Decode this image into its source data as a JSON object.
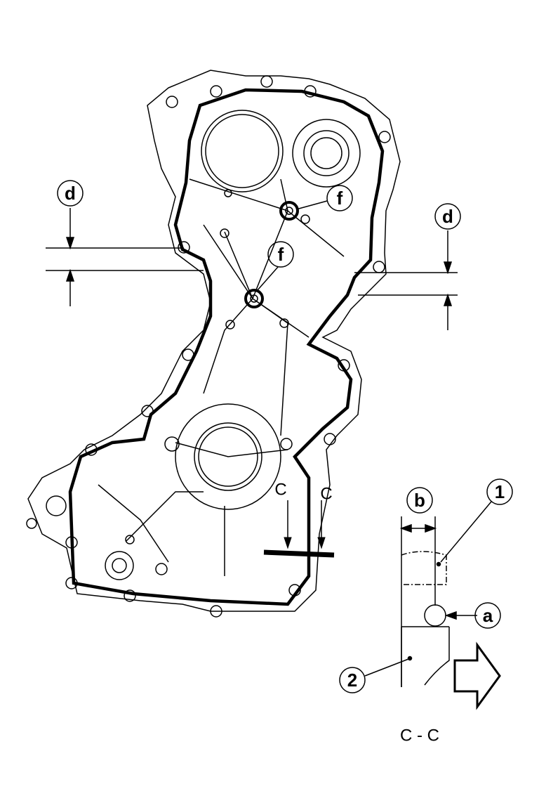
{
  "diagram": {
    "callouts": {
      "d_left": "d",
      "d_right": "d",
      "f_upper": "f",
      "f_lower": "f",
      "b": "b",
      "a": "a",
      "item_1": "1",
      "item_2": "2"
    },
    "section_marks": {
      "c_left": "C",
      "c_right": "C"
    },
    "section_title": "C - C"
  }
}
